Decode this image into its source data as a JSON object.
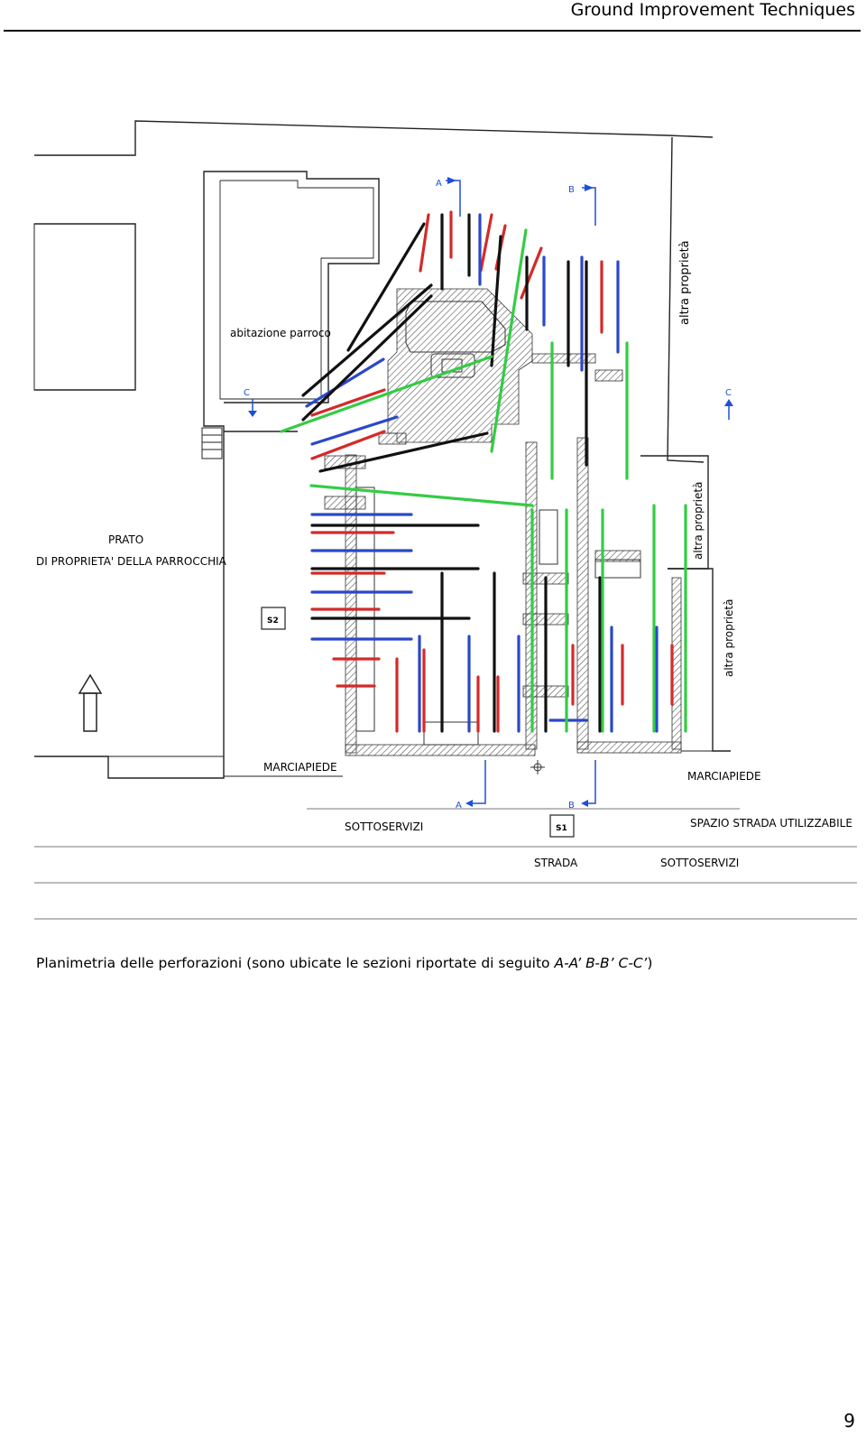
{
  "header": {
    "title": "Ground Improvement Techniques"
  },
  "plan": {
    "labels": {
      "abitazione": "abitazione parroco",
      "prato_line1": "PRATO",
      "prato_line2": "DI PROPRIETA' DELLA PARROCCHIA",
      "altra1": "altra proprietà",
      "altra2": "altra proprietà",
      "altra3": "altra proprietà",
      "marciapiede_left": "MARCIAPIEDE",
      "marciapiede_right": "MARCIAPIEDE",
      "sottoservizi_left": "SOTTOSERVIZI",
      "sottoservizi_right": "SOTTOSERVIZI",
      "strada": "STRADA",
      "spazio": "SPAZIO STRADA UTILIZZABILE",
      "s1": "S1",
      "s2": "S2"
    },
    "section_markers": {
      "a_top": "A",
      "b_top": "B",
      "c_left": "C",
      "c_right": "C",
      "a_bottom": "A",
      "b_bottom": "B"
    },
    "colors": {
      "red": "#d42a2a",
      "blue": "#2a48c8",
      "black": "#111111",
      "green": "#33cc44",
      "marker": "#1f4fd8",
      "wall": "#555555"
    }
  },
  "caption": {
    "text": "Planimetria delle perforazioni (sono ubicate le sezioni riportate di seguito ",
    "sections": "A-A’ B-B’ C-C’",
    "close": ")"
  },
  "page_number": "9"
}
